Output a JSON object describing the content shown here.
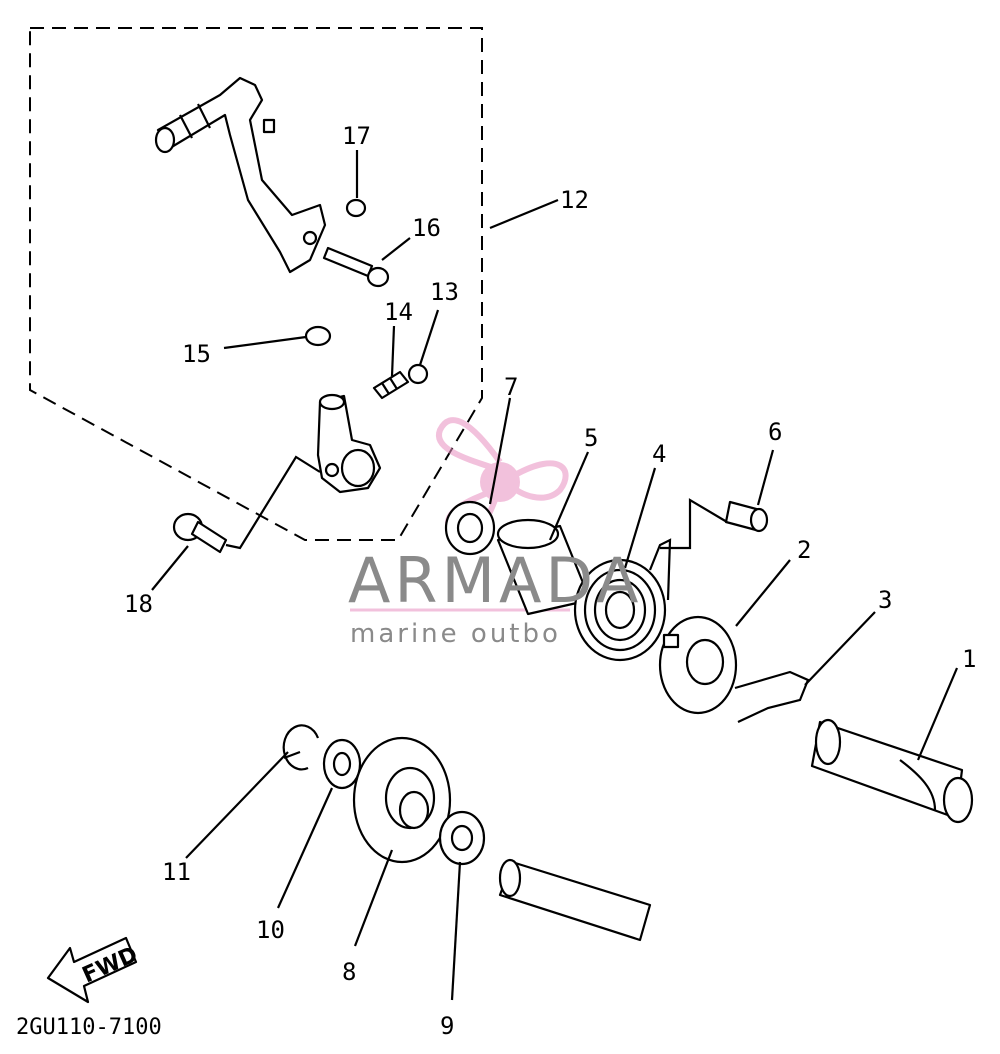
{
  "diagram_code": "2GU110-7100",
  "fwd_label": "FWD",
  "watermark": {
    "brand": "ARMADA",
    "tagline": "marine outbo"
  },
  "callouts": {
    "p1": "1",
    "p2": "2",
    "p3": "3",
    "p4": "4",
    "p5": "5",
    "p6": "6",
    "p7": "7",
    "p8": "8",
    "p9": "9",
    "p10": "10",
    "p11": "11",
    "p12": "12",
    "p13": "13",
    "p14": "14",
    "p15": "15",
    "p16": "16",
    "p17": "17",
    "p18": "18"
  }
}
